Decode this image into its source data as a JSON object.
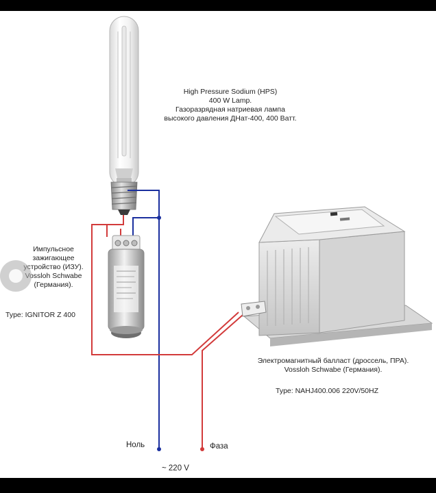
{
  "lamp": {
    "line1": "High Pressure Sodium (HPS)",
    "line2": "400 W Lamp.",
    "line3": "Газоразрядная натриевая лампа",
    "line4": "высокого давления ДНат-400, 400 Ватт."
  },
  "ignitor": {
    "line1": "Импульсное",
    "line2": "зажигающее",
    "line3": "устройство (ИЗУ).",
    "line4": "Vossloh Schwabe",
    "line5": "(Германия).",
    "type": "Type: IGNITOR Z 400"
  },
  "ballast": {
    "line1": "Электромагнитный балласт (дроссель, ПРА).",
    "line2": "Vossloh Schwabe (Германия).",
    "type": "Type: NAHJ400.006 220V/50HZ"
  },
  "terminals": {
    "neutral": "Ноль",
    "phase": "Фаза",
    "voltage": "~ 220 V"
  },
  "colors": {
    "neutral_wire": "#1a2f9e",
    "phase_wire": "#d23a3a"
  }
}
